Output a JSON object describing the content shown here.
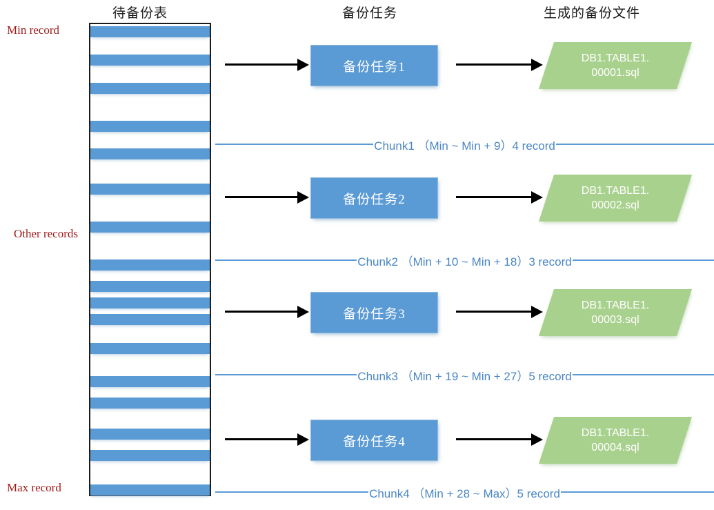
{
  "headers": {
    "table": "待备份表",
    "task": "备份任务",
    "file": "生成的备份文件"
  },
  "labels": {
    "min_record": "Min record",
    "max_record": "Max record",
    "other_records": "Other records"
  },
  "colors": {
    "record_bar": "#5b9bd5",
    "task_box": "#5b9bd5",
    "file_shape": "#a9d18e",
    "chunk_line": "#5b9bd5",
    "chunk_text": "#4a86c4",
    "red_label": "#9e1a18",
    "arrow": "#000000",
    "table_border": "#1a1a1a"
  },
  "tasks": [
    {
      "label": "备份任务1"
    },
    {
      "label": "备份任务2"
    },
    {
      "label": "备份任务3"
    },
    {
      "label": "备份任务4"
    }
  ],
  "files": [
    {
      "line1": "DB1.TABLE1.",
      "line2": "00001.sql"
    },
    {
      "line1": "DB1.TABLE1.",
      "line2": "00002.sql"
    },
    {
      "line1": "DB1.TABLE1.",
      "line2": "00003.sql"
    },
    {
      "line1": "DB1.TABLE1.",
      "line2": "00004.sql"
    }
  ],
  "chunks": [
    {
      "text": "Chunk1 （Min ~ Min + 9）4 record",
      "name": "Chunk1",
      "range": "Min ~ Min + 9",
      "record_count": "4 record"
    },
    {
      "text": "Chunk2 （Min + 10 ~ Min + 18）3 record",
      "name": "Chunk2",
      "range": "Min + 10 ~ Min + 18",
      "record_count": "3 record"
    },
    {
      "text": "Chunk3 （Min + 19 ~ Min + 27）5 record",
      "name": "Chunk3",
      "range": "Min + 19 ~ Min + 27",
      "record_count": "5 record"
    },
    {
      "text": "Chunk4 （Min + 28 ~ Max）5 record",
      "name": "Chunk4",
      "range": "Min + 28 ~ Max",
      "record_count": "5 record"
    }
  ],
  "record_bars_top": [
    3,
    44,
    85,
    140,
    180,
    231,
    286,
    341,
    372,
    396,
    420,
    462,
    510,
    541,
    586,
    617,
    667
  ]
}
